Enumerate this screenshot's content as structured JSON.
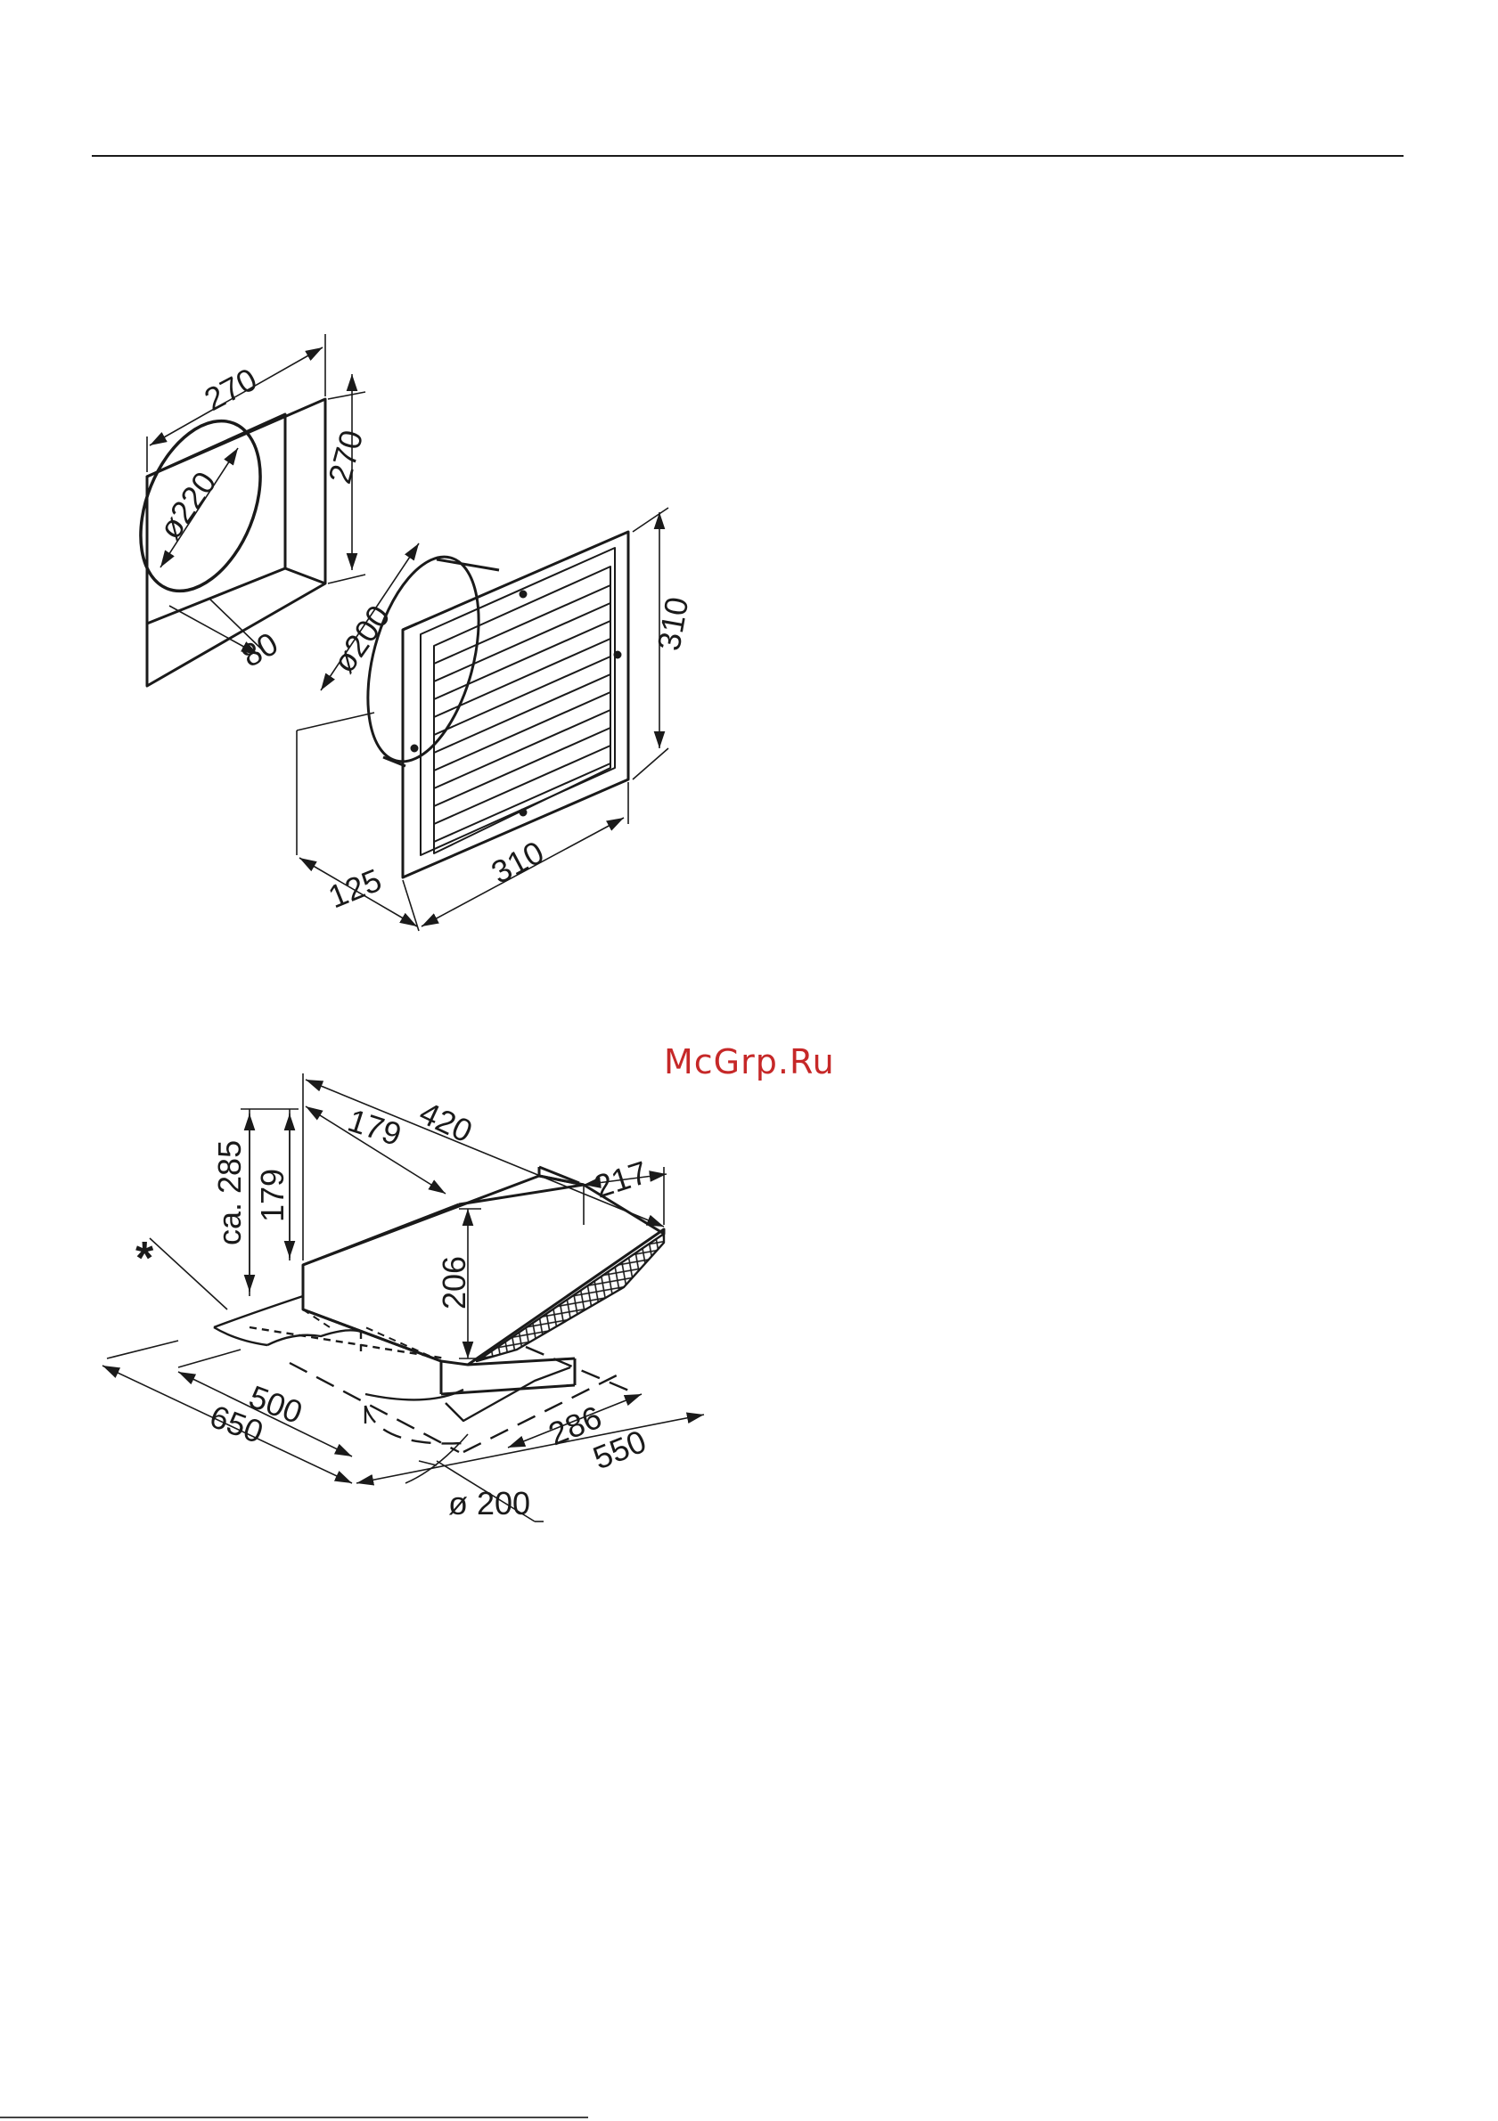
{
  "watermark": "McGrp.Ru",
  "figure1": {
    "labels": {
      "plate_width": "270",
      "plate_height": "270",
      "plate_opening_dia": "ø220",
      "plate_depth": "80",
      "duct_dia": "ø200",
      "grille_height": "310",
      "grille_width": "310",
      "grille_depth": "125"
    }
  },
  "figure2": {
    "labels": {
      "total_length": "420",
      "rear_section_length": "179",
      "front_width": "217",
      "overall_height": "ca. 285",
      "rear_height": "179",
      "front_height": "206",
      "base_length_outer": "650",
      "base_length_inner": "500",
      "base_width_inner": "286",
      "base_width_outer": "550",
      "duct_dia": "ø 200",
      "footnote_mark": "*"
    }
  }
}
